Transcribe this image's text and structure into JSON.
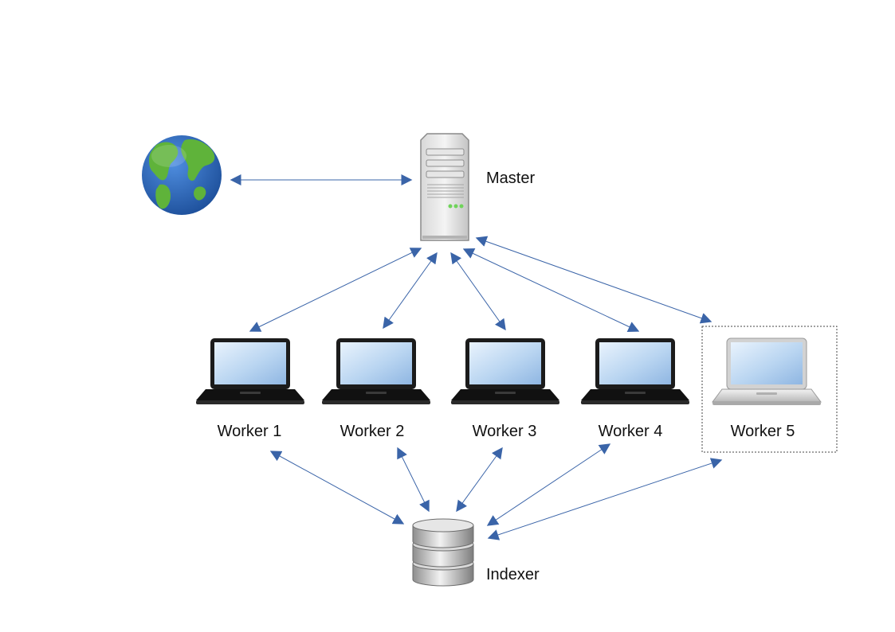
{
  "nodes": {
    "internet": {
      "icon": "globe-icon",
      "label": ""
    },
    "master": {
      "icon": "server-icon",
      "label": "Master"
    },
    "workers": [
      {
        "id": "worker-1",
        "icon": "laptop-icon",
        "label": "Worker 1",
        "style": "dark"
      },
      {
        "id": "worker-2",
        "icon": "laptop-icon",
        "label": "Worker 2",
        "style": "dark"
      },
      {
        "id": "worker-3",
        "icon": "laptop-icon",
        "label": "Worker 3",
        "style": "dark"
      },
      {
        "id": "worker-4",
        "icon": "laptop-icon",
        "label": "Worker 4",
        "style": "dark"
      },
      {
        "id": "worker-5",
        "icon": "laptop-icon",
        "label": "Worker 5",
        "style": "silver",
        "enclosure": "dashed-box"
      }
    ],
    "indexer": {
      "icon": "database-icon",
      "label": "Indexer"
    }
  },
  "edges": [
    {
      "from": "internet",
      "to": "master",
      "direction": "both"
    },
    {
      "from": "master",
      "to": "worker-1",
      "direction": "both"
    },
    {
      "from": "master",
      "to": "worker-2",
      "direction": "both"
    },
    {
      "from": "master",
      "to": "worker-3",
      "direction": "both"
    },
    {
      "from": "master",
      "to": "worker-4",
      "direction": "both"
    },
    {
      "from": "master",
      "to": "worker-5",
      "direction": "both"
    },
    {
      "from": "worker-1",
      "to": "indexer",
      "direction": "both"
    },
    {
      "from": "worker-2",
      "to": "indexer",
      "direction": "both"
    },
    {
      "from": "worker-3",
      "to": "indexer",
      "direction": "both"
    },
    {
      "from": "worker-4",
      "to": "indexer",
      "direction": "both"
    },
    {
      "from": "worker-5",
      "to": "indexer",
      "direction": "both"
    }
  ],
  "colors": {
    "arrow": "#3a64a8",
    "ocean": "#2f6bc4",
    "land": "#5fb33a",
    "text": "#111111"
  }
}
